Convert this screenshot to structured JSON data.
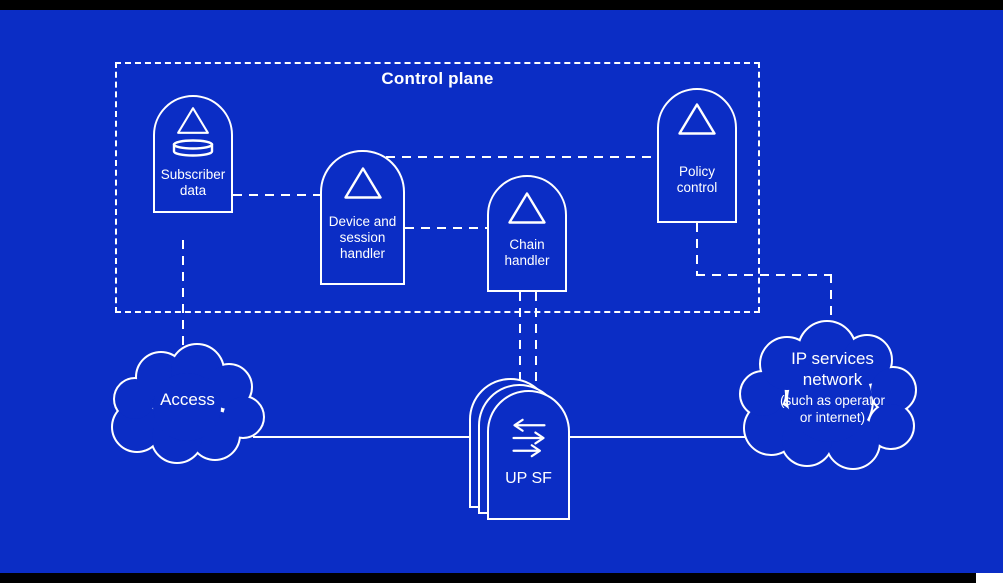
{
  "colors": {
    "background": "#0b2dc5",
    "line": "#ffffff",
    "bar": "#000000",
    "text": "#ffffff"
  },
  "control_plane": {
    "label": "Control plane"
  },
  "nodes": {
    "subscriber_data": {
      "label": "Subscriber data",
      "icons": [
        "triangle-icon",
        "database-icon"
      ]
    },
    "device_session_handler": {
      "label": "Device and session handler",
      "icons": [
        "triangle-icon"
      ]
    },
    "chain_handler": {
      "label": "Chain handler",
      "icons": [
        "triangle-icon"
      ]
    },
    "policy_control": {
      "label": "Policy control",
      "icons": [
        "triangle-icon"
      ]
    },
    "up_sf": {
      "label": "UP SF",
      "icons": [
        "traffic-arrows-icon"
      ]
    }
  },
  "clouds": {
    "access": {
      "label": "Access"
    },
    "ip_services": {
      "title": "IP services network",
      "subtitle": "(such as operator or internet)"
    }
  }
}
